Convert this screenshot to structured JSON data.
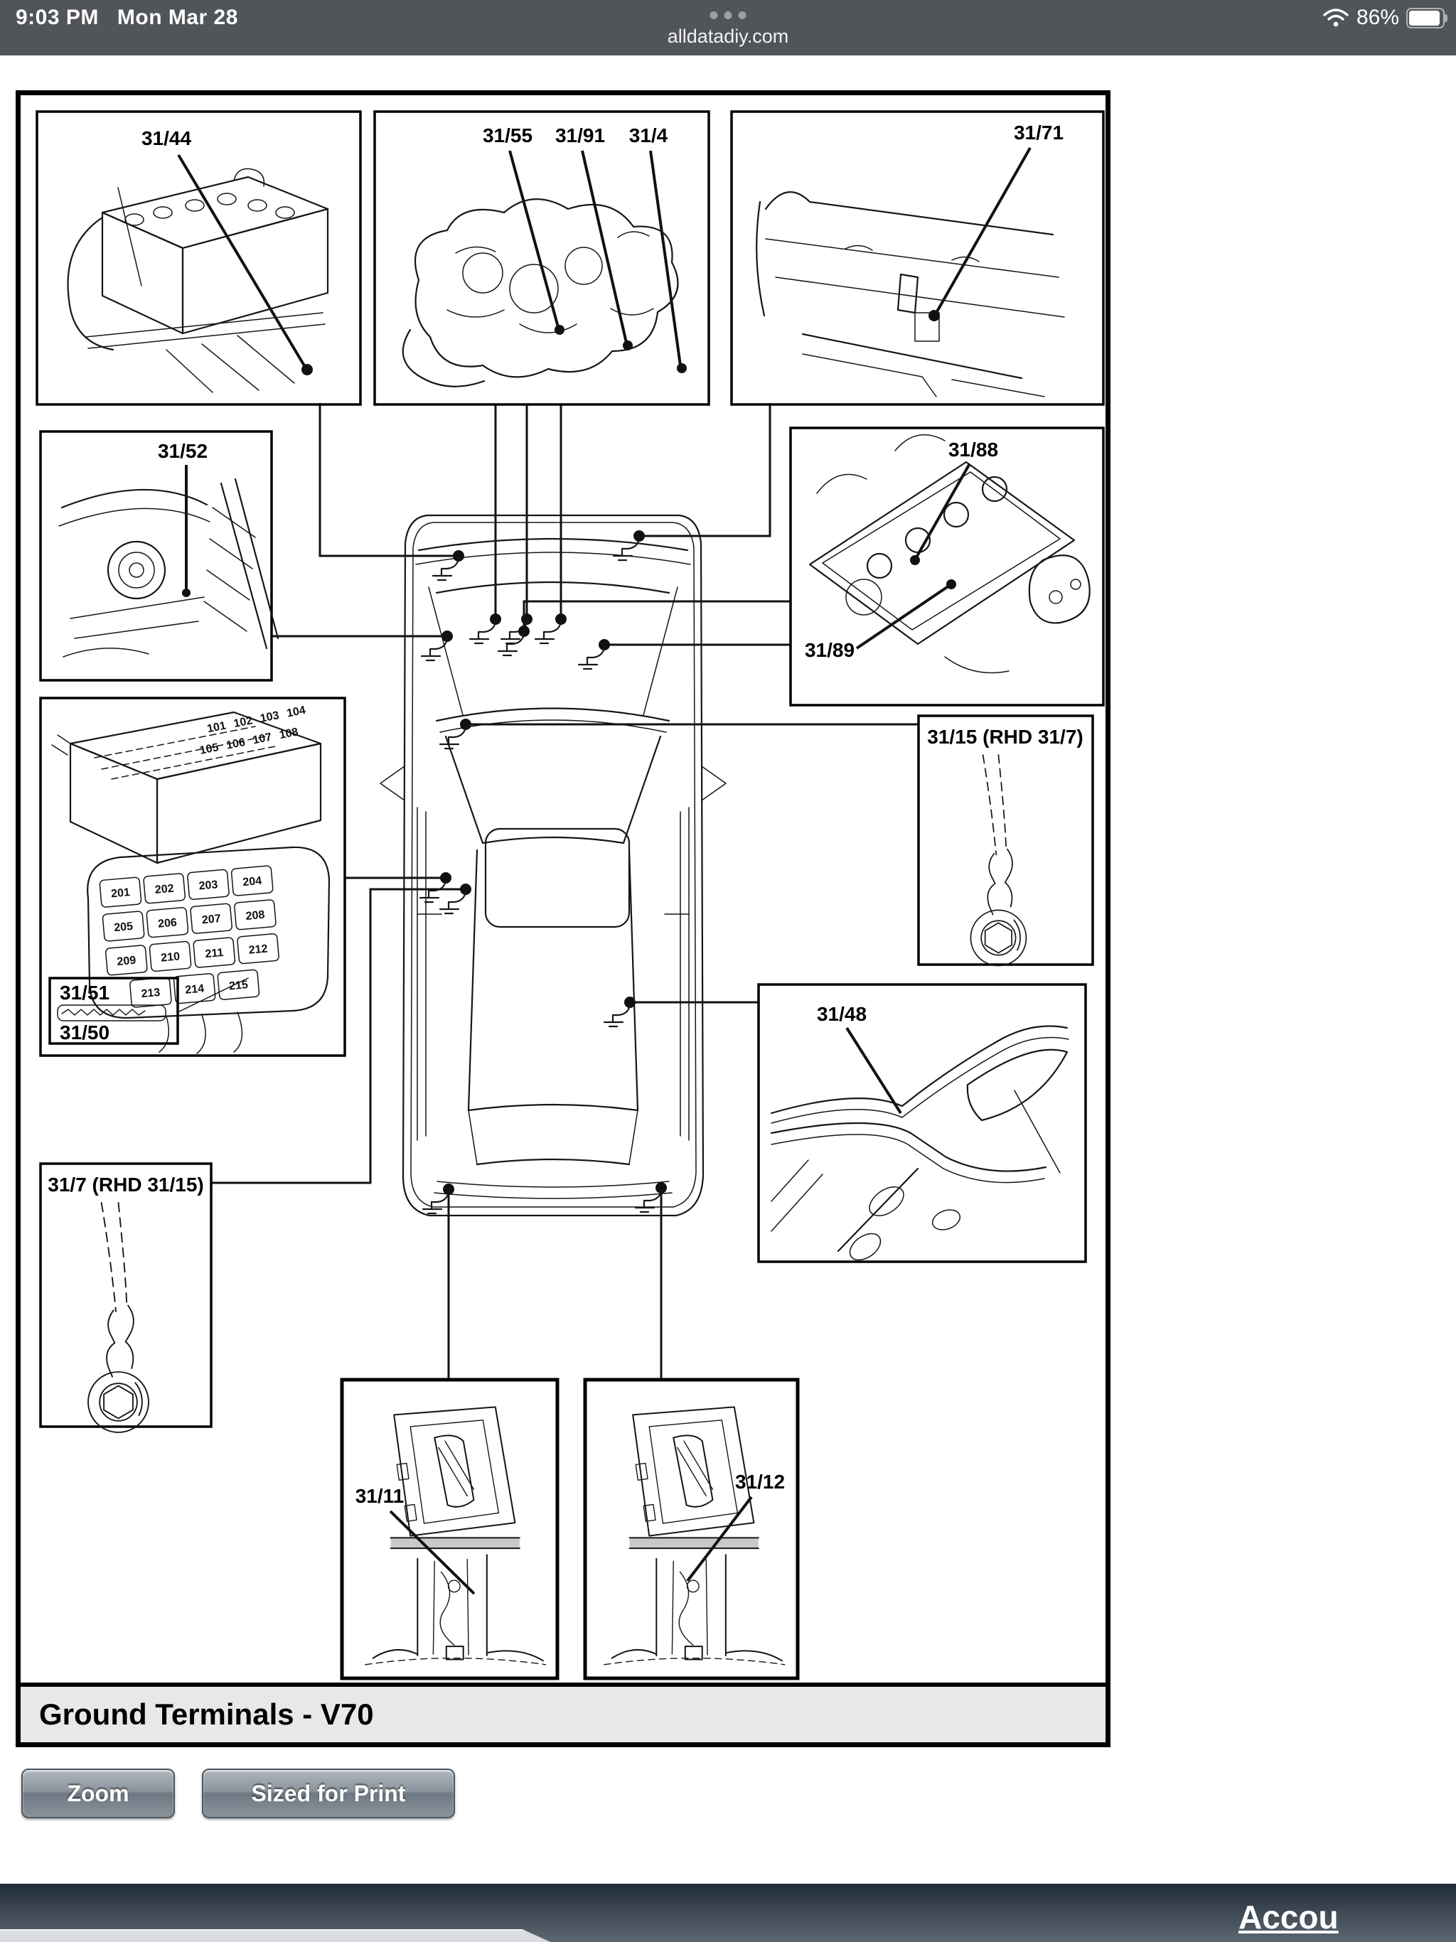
{
  "status_bar": {
    "time": "9:03 PM",
    "date": "Mon Mar 28",
    "tab_dots": "•••",
    "url": "alldatadiy.com",
    "battery_percent": "86%"
  },
  "diagram": {
    "caption": "Ground Terminals - V70",
    "labels": {
      "l31_44": "31/44",
      "l31_55": "31/55",
      "l31_91": "31/91",
      "l31_4": "31/4",
      "l31_71": "31/71",
      "l31_52": "31/52",
      "l31_88": "31/88",
      "l31_89": "31/89",
      "l31_15": "31/15 (RHD 31/7)",
      "l31_48": "31/48",
      "l31_51": "31/51",
      "l31_50": "31/50",
      "l31_7": "31/7 (RHD 31/15)",
      "l31_11": "31/11",
      "l31_12": "31/12"
    },
    "fuse_numbers": [
      "101",
      "102",
      "103",
      "104",
      "105",
      "106",
      "107",
      "108"
    ],
    "relay_numbers": [
      "201",
      "202",
      "203",
      "204",
      "205",
      "206",
      "207",
      "208",
      "209",
      "210",
      "211",
      "212",
      "213",
      "214",
      "215"
    ]
  },
  "toolbar": {
    "zoom": "Zoom",
    "sized_for_print": "Sized for Print"
  },
  "footer": {
    "account": "Accou"
  },
  "colors": {
    "header_bg": "#515559",
    "footer_top": "#1f2b37",
    "footer_bottom": "#5d6771",
    "caption_bg": "#e8e8e6",
    "line": "#161616"
  }
}
